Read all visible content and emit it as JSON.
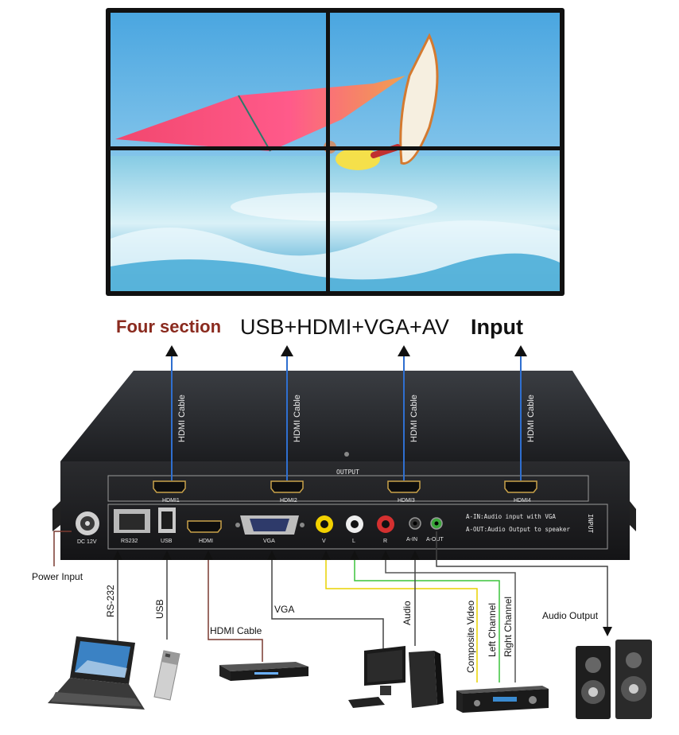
{
  "heading": {
    "part1": "Four section",
    "part2": "USB+HDMI+VGA+AV",
    "part3": "Input"
  },
  "output_panel": {
    "title": "OUTPUT",
    "ports": [
      "HDMI1",
      "HDMI2",
      "HDMI3",
      "HDMI4"
    ],
    "cable_label": "HDMI Cable"
  },
  "input_panel": {
    "side_label": "INPUT",
    "ports": [
      "DC 12V",
      "RS232",
      "USB",
      "HDMI",
      "VGA",
      "V",
      "L",
      "R",
      "A-IN",
      "A-OUT"
    ],
    "notes": [
      "A-IN:Audio input with VGA",
      "A-OUT:Audio Output to speaker"
    ]
  },
  "connections": {
    "power": "Power Input",
    "rs232": "RS-232",
    "usb": "USB",
    "hdmi": "HDMI Cable",
    "vga": "VGA",
    "audio": "Audio",
    "composite": "Composite Video",
    "left": "Left Channel",
    "right": "Right Channel",
    "audio_out": "Audio Output"
  },
  "colors": {
    "heading_red": "#8a2a1e",
    "cable_blue": "#2f6fd0",
    "line_yellow": "#e8d200",
    "line_green": "#3cc43c",
    "line_dark": "#444444"
  }
}
